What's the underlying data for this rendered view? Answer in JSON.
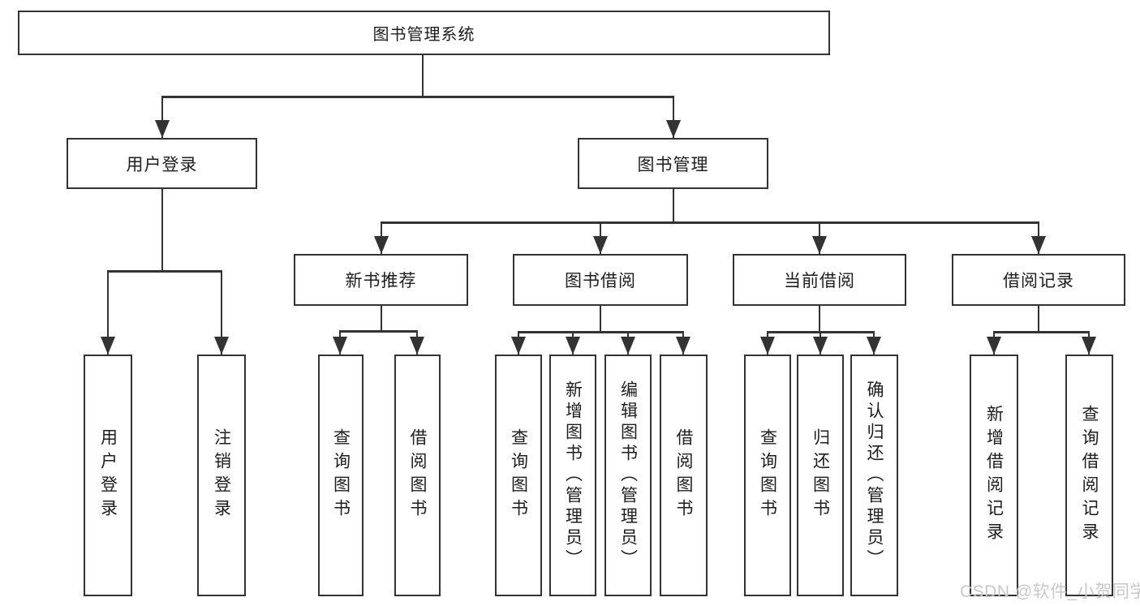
{
  "diagram": {
    "root": {
      "label": "图书管理系统"
    },
    "level1": [
      {
        "label": "用户登录"
      },
      {
        "label": "图书管理"
      }
    ],
    "level2": [
      {
        "label": "新书推荐"
      },
      {
        "label": "图书借阅"
      },
      {
        "label": "当前借阅"
      },
      {
        "label": "借阅记录"
      }
    ],
    "leaves": {
      "user_login": [
        "用户登录",
        "注销登录"
      ],
      "new_book_recommend": [
        "查询图书",
        "借阅图书"
      ],
      "book_borrow": [
        "查询图书",
        "新增图书（管理员）",
        "编辑图书（管理员）",
        "借阅图书"
      ],
      "current_borrow": [
        "查询图书",
        "归还图书",
        "确认归还（管理员）"
      ],
      "borrow_record": [
        "新增借阅记录",
        "查询借阅记录"
      ]
    },
    "watermark": "CSDN @软件_小贺同学",
    "colors": {
      "line": "#333333",
      "text": "#1d1d1d",
      "background": "#ffffff",
      "watermark": "#c8c8c8"
    }
  }
}
